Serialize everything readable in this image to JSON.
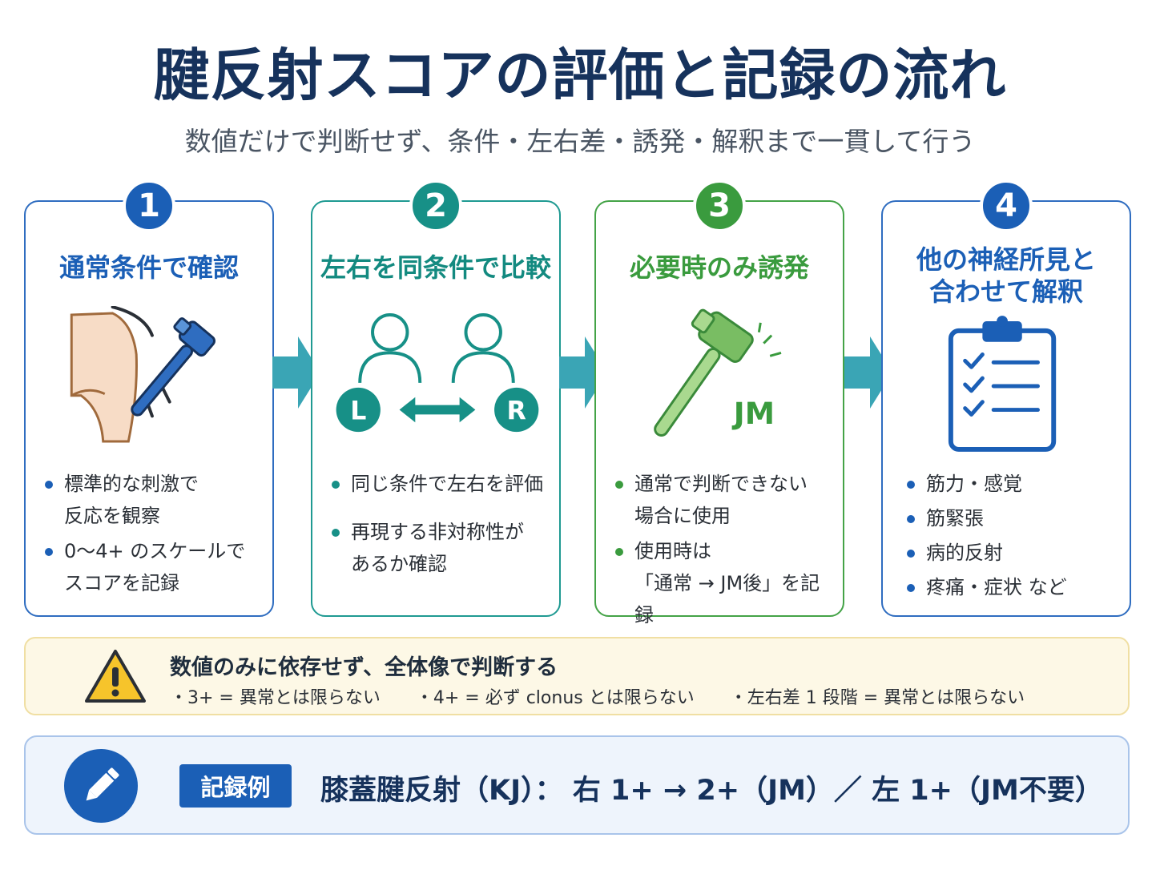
{
  "title": "腱反射スコアの評価と記録の流れ",
  "subtitle": "数値だけで判断せず、条件・左右差・誘発・解釈まで一貫して行う",
  "steps": [
    {
      "number": "1",
      "title_lines": [
        "通常条件で確認"
      ],
      "bullets": [
        "標準的な刺激で\n反応を観察",
        "0〜4+ のスケールで\nスコアを記録"
      ],
      "color": "#1b5fb6"
    },
    {
      "number": "2",
      "title_lines": [
        "左右を同条件で比較"
      ],
      "illustration_labels": {
        "left": "L",
        "right": "R"
      },
      "bullets": [
        "同じ条件で左右を評価",
        "再現する非対称性が\nあるか確認"
      ],
      "color": "#179087"
    },
    {
      "number": "3",
      "title_lines": [
        "必要時のみ誘発"
      ],
      "illustration_labels": {
        "jm": "JM"
      },
      "bullets": [
        "通常で判断できない\n場合に使用",
        "使用時は\n「通常 → JM後」を記録"
      ],
      "color": "#3a9b3e"
    },
    {
      "number": "4",
      "title_lines": [
        "他の神経所見と",
        "合わせて解釈"
      ],
      "bullets": [
        "筋力・感覚",
        "筋緊張",
        "病的反射",
        "疼痛・症状 など"
      ],
      "color": "#1b5fb6"
    }
  ],
  "warning": {
    "heading": "数値のみに依存せず、全体像で判断する",
    "items": [
      "・3+ = 異常とは限らない",
      "・4+ = 必ず clonus とは限らない",
      "・左右差 1 段階 = 異常とは限らない"
    ]
  },
  "record": {
    "label": "記録例",
    "text": "膝蓋腱反射（KJ）： 右 1+ → 2+（JM）／ 左 1+（JM不要）"
  }
}
